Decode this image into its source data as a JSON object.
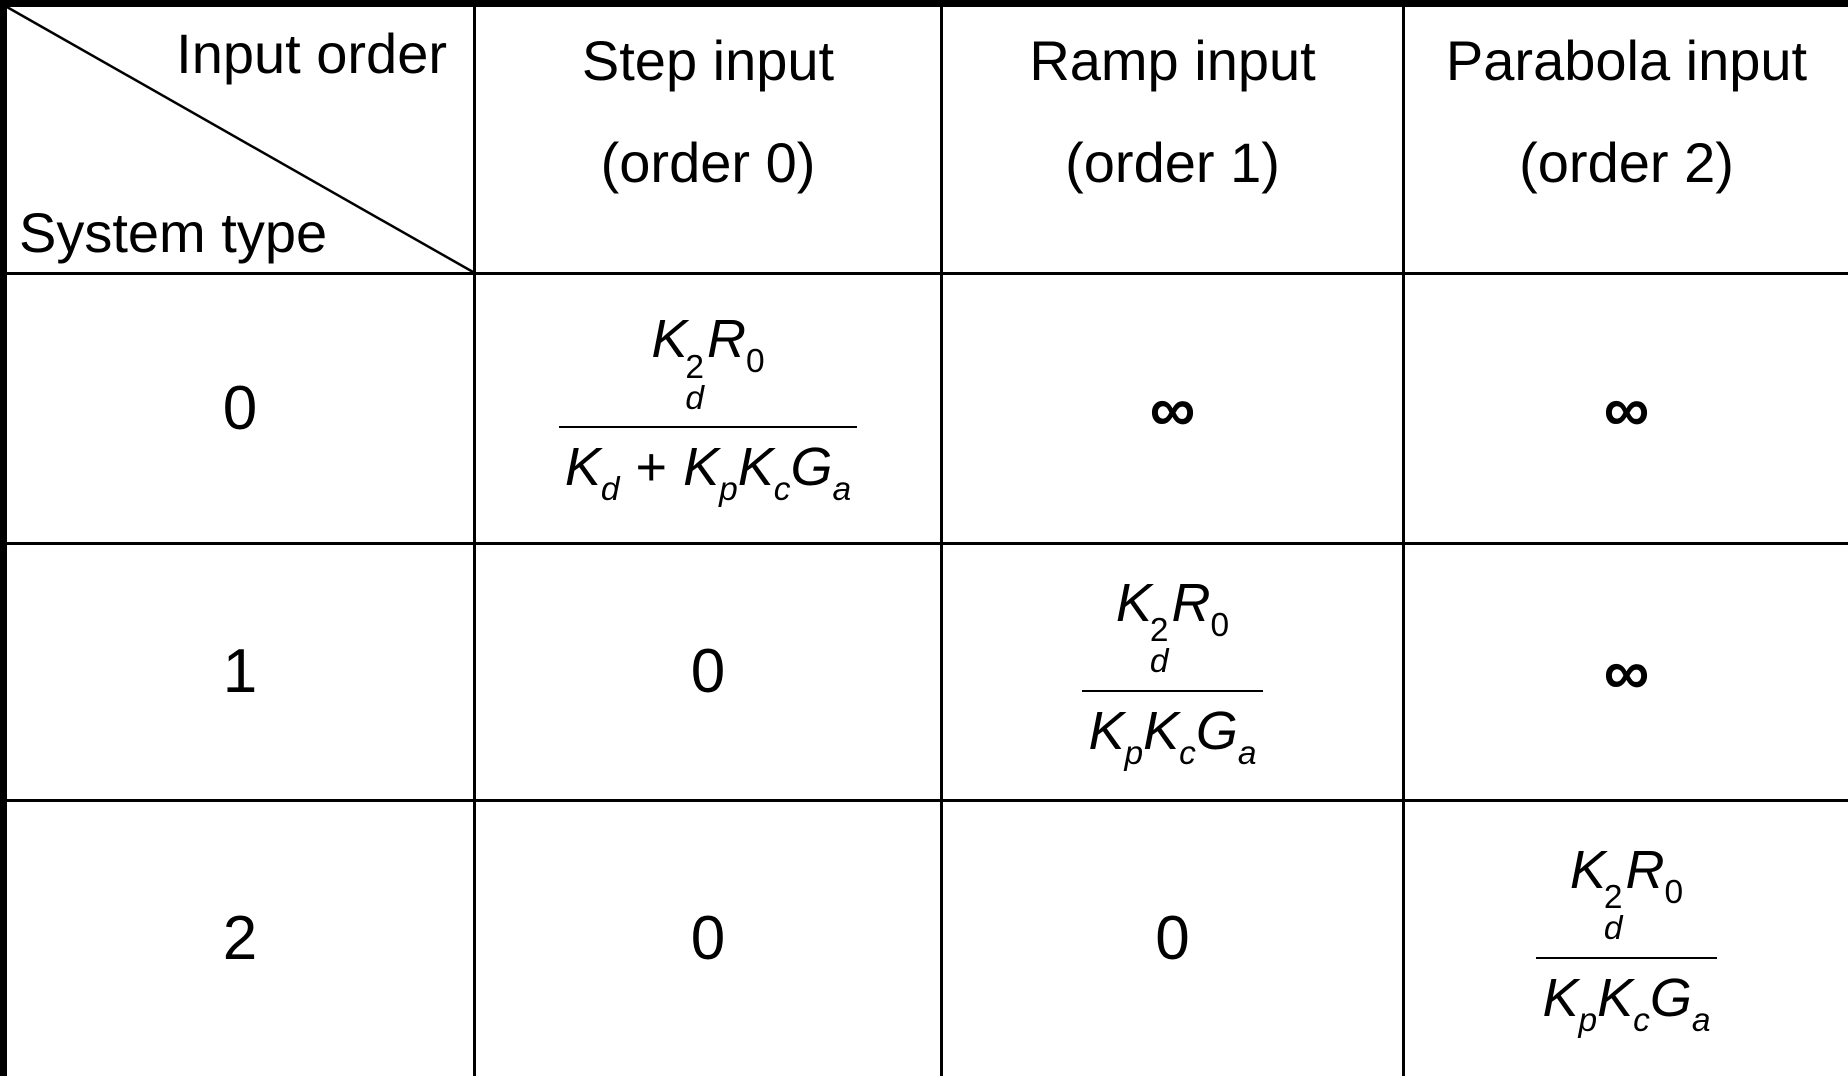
{
  "table": {
    "corner": {
      "top_label": "Input order",
      "bottom_label": "System type"
    },
    "col_headers": [
      {
        "title": "Step input",
        "subtitle": "(order 0)"
      },
      {
        "title": "Ramp input",
        "subtitle": "(order 1)"
      },
      {
        "title": "Parabola input",
        "subtitle": "(order 2)"
      }
    ],
    "row_labels": [
      "0",
      "1",
      "2"
    ],
    "values": {
      "infinity": "∞",
      "zero": "0"
    },
    "math": {
      "numerator": {
        "K": "K",
        "sup": "2",
        "Ksub": "d",
        "R": "R",
        "Rsub": "0"
      },
      "den_long": {
        "K1": "K",
        "K1sub": "d",
        "plus": "+",
        "K2": "K",
        "K2sub": "p",
        "K3": "K",
        "K3sub": "c",
        "G": "G",
        "Gsub": "a"
      },
      "den_short": {
        "K1": "K",
        "K1sub": "p",
        "K2": "K",
        "K2sub": "c",
        "G": "G",
        "Gsub": "a"
      }
    },
    "cells_text": [
      [
        "K_d^2 R_0 / (K_d + K_p K_c G_a)",
        "∞",
        "∞"
      ],
      [
        "0",
        "K_d^2 R_0 / (K_p K_c G_a)",
        "∞"
      ],
      [
        "0",
        "0",
        "K_d^2 R_0 / (K_p K_c G_a)"
      ]
    ],
    "colors": {
      "background": "#ffffff",
      "line": "#000000",
      "text": "#000000"
    }
  }
}
